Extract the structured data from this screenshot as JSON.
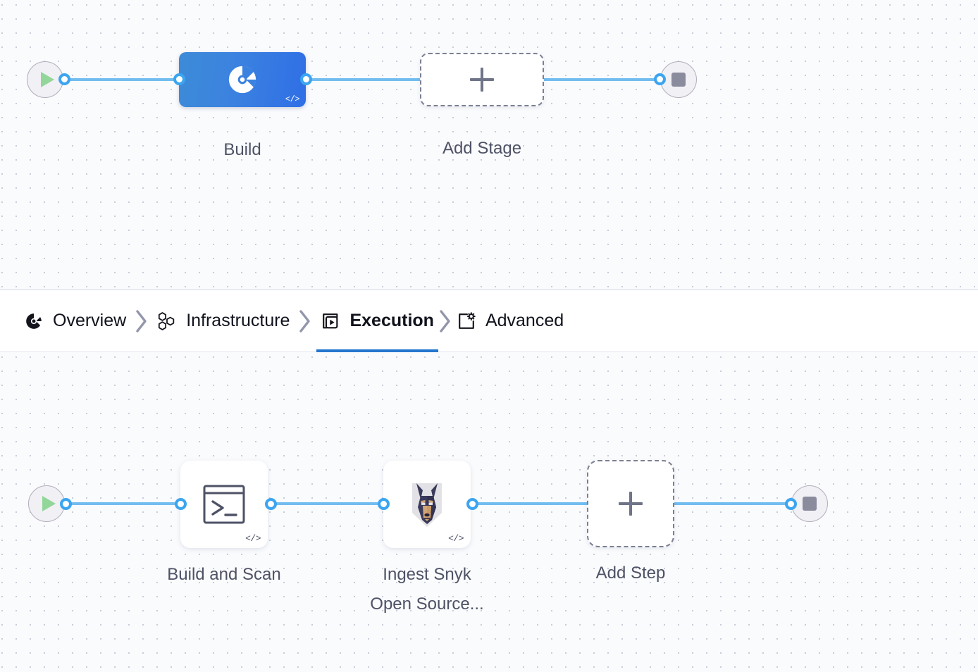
{
  "stage_pipeline": {
    "start_node": {
      "icon": "play-icon",
      "name": "pipeline-start"
    },
    "end_node": {
      "icon": "stop-icon",
      "name": "pipeline-end"
    },
    "nodes": [
      {
        "label": "Build",
        "type": "stage",
        "icon": "build-ci-icon",
        "code_badge": "</>",
        "selected": true,
        "gradient_from": "#3d8bd8",
        "gradient_to": "#2f6ee6"
      },
      {
        "label": "Add Stage",
        "type": "add-placeholder",
        "icon": "plus-icon"
      }
    ]
  },
  "tabs": {
    "items": [
      {
        "label": "Overview",
        "icon": "build-ci-icon",
        "active": false
      },
      {
        "label": "Infrastructure",
        "icon": "honeycomb-icon",
        "active": false
      },
      {
        "label": "Execution",
        "icon": "play-frame-icon",
        "active": true
      },
      {
        "label": "Advanced",
        "icon": "frame-gear-icon",
        "active": false
      }
    ],
    "separator_icon": "chevron-right-icon",
    "active_underline_color": "#2576ce"
  },
  "step_pipeline": {
    "start_node": {
      "icon": "play-icon",
      "name": "execution-start"
    },
    "end_node": {
      "icon": "stop-icon",
      "name": "execution-end"
    },
    "nodes": [
      {
        "label": "Build and Scan",
        "type": "step",
        "icon": "terminal-icon",
        "code_badge": "</>"
      },
      {
        "label": "Ingest Snyk\nOpen Source...",
        "type": "step",
        "icon": "snyk-doberman-icon",
        "code_badge": "</>"
      },
      {
        "label": "Add Step",
        "type": "add-placeholder",
        "icon": "plus-icon"
      }
    ]
  },
  "theme": {
    "canvas_bg": "#fafbfd",
    "connector_color": "#72bdf0",
    "port_ring_color": "#3ca5f0",
    "caption_color": "#4e5265",
    "dash_border_color": "#7b7f93"
  }
}
